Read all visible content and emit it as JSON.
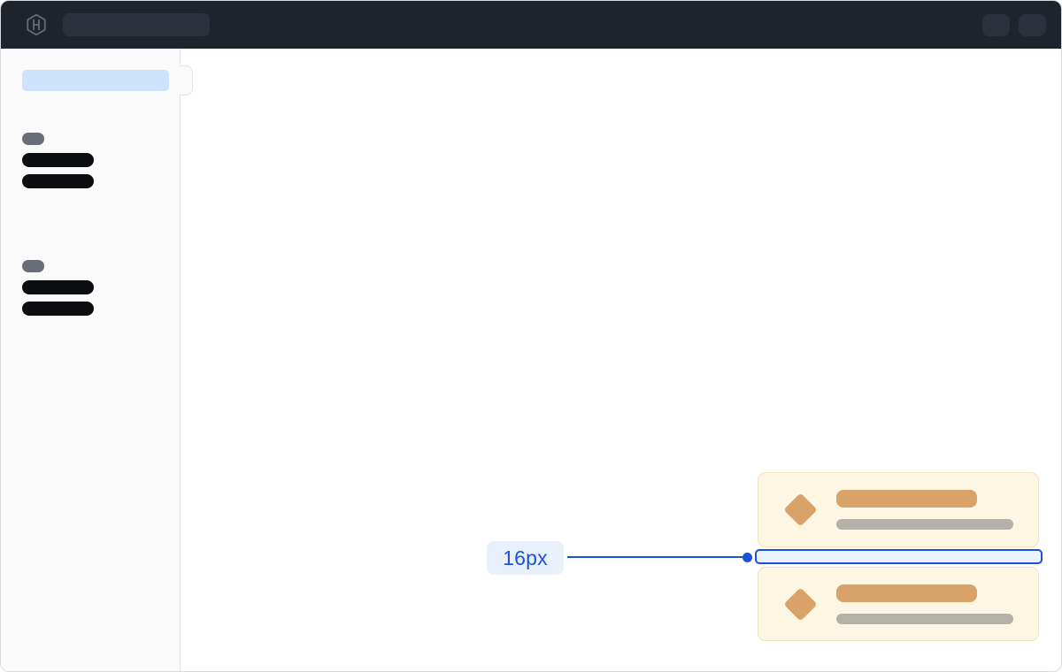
{
  "annotation": {
    "label": "16px"
  },
  "icons": {
    "logo": "hashicorp-logo",
    "card_icon": "diamond"
  },
  "card_stack": {
    "card_count": 2
  },
  "colors": {
    "topnav_bg": "#1f242c",
    "topnav_skeleton": "#2b313b",
    "logo_gray": "#656a72",
    "window_border": "#d8dade",
    "sidebar_bg": "#fafafa",
    "sidebar_border": "#e3e4e8",
    "sidebar_active": "#cde2fc",
    "skeleton_gray": "#696d76",
    "skeleton_dark": "#0b0d11",
    "card_bg": "#fdf6e3",
    "card_border": "#f2e3bd",
    "card_accent": "#d9a268",
    "card_muted": "#b3b1a8",
    "annotation_blue": "#1c52d8",
    "annotation_badge_bg": "#e9f0fc",
    "gap_fill": "#edf3fe"
  }
}
